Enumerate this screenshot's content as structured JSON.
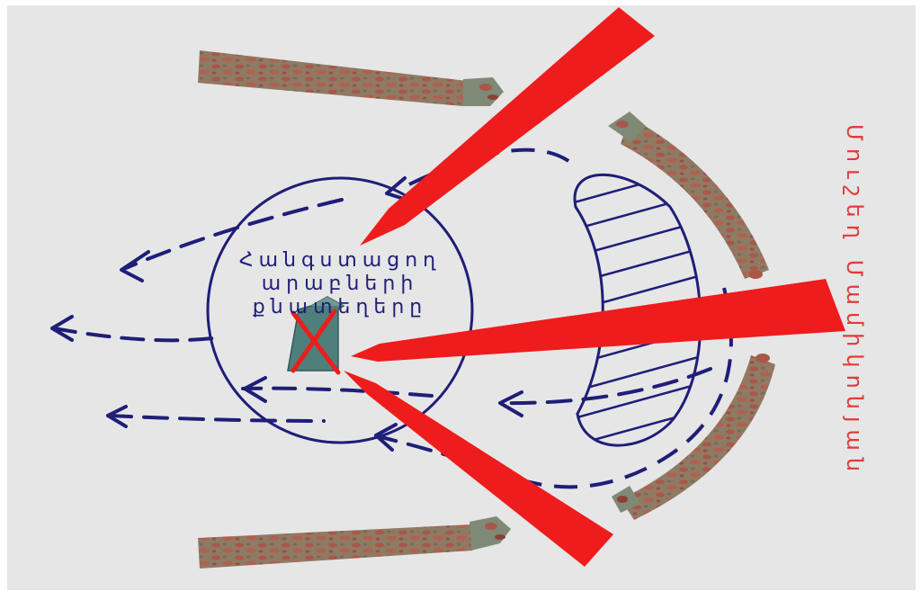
{
  "diagram": {
    "side_caption": "Մուշեղ Մամիկոնյան",
    "zone_caption_lines": [
      "Հանգստացող",
      "արաբների",
      "քնատեղերը"
    ]
  },
  "colors": {
    "background": "#e6e6e6",
    "frame": "#ffffff",
    "navy": "#1f1e78",
    "attack_red": "#ee1c1c",
    "wall_base": "#8f7a64",
    "wall_spot": "#a8574a",
    "wall_end": "#7a8f7a",
    "tent": "#4f7f7a",
    "caption_red": "#e33a3a"
  }
}
